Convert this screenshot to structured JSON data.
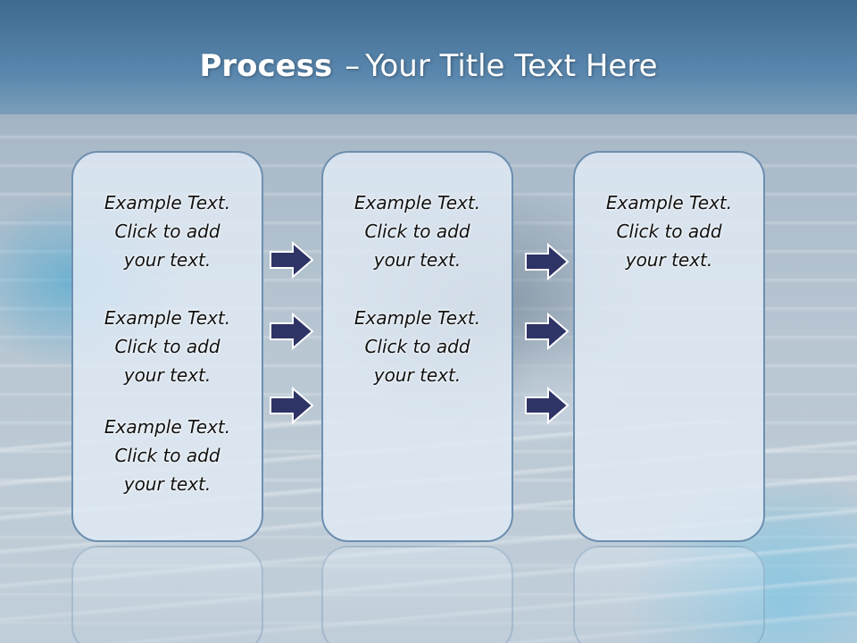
{
  "slide": {
    "title_bold": "Process",
    "title_separator": "–",
    "title_rest": "Your Title Text Here",
    "columns": [
      {
        "items": [
          {
            "line1": "Example Text.",
            "line2": "Click  to add",
            "line3": "your text."
          },
          {
            "line1": "Example Text.",
            "line2": "Click  to add",
            "line3": "your text."
          },
          {
            "line1": "Example Text.",
            "line2": "Click  to add",
            "line3": "your text."
          }
        ]
      },
      {
        "items": [
          {
            "line1": "Example Text.",
            "line2": "Click  to add",
            "line3": "your text."
          },
          {
            "line1": "Example Text.",
            "line2": "Click  to add",
            "line3": "your text."
          }
        ]
      },
      {
        "items": [
          {
            "line1": "Example Text.",
            "line2": "Click  to add",
            "line3": "your text."
          }
        ]
      }
    ],
    "arrow_icon": "right-arrow-icon",
    "colors": {
      "title_bar": "#4b7aa3",
      "box_fill": "#dee9f3",
      "box_border": "#6d8fb0",
      "arrow_fill": "#2f3466"
    }
  }
}
